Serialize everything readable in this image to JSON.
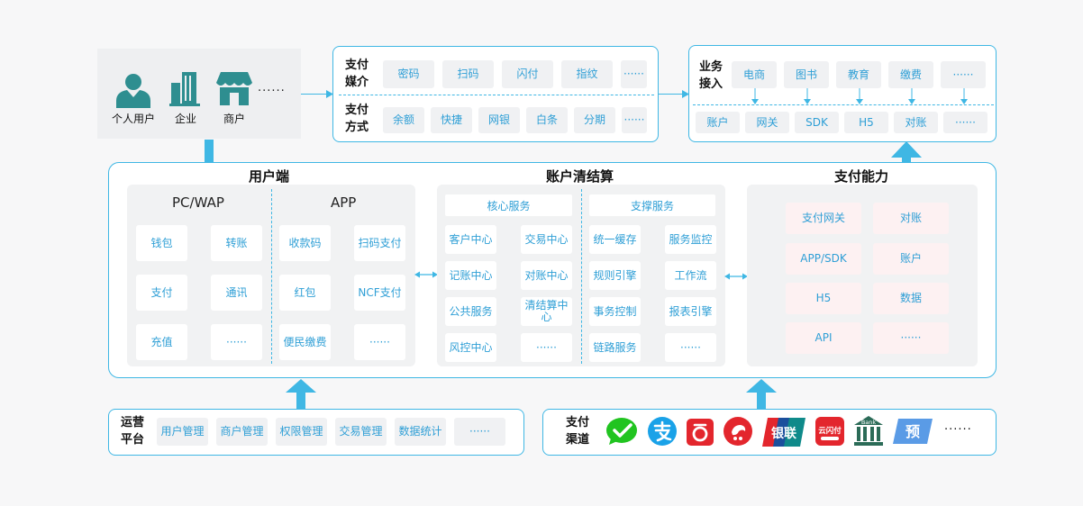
{
  "users": {
    "items": [
      "个人用户",
      "企业",
      "商户"
    ],
    "more": "······"
  },
  "media": {
    "label": "支付\n媒介",
    "items": [
      "密码",
      "扫码",
      "闪付",
      "指纹",
      "······"
    ]
  },
  "method": {
    "label": "支付\n方式",
    "items": [
      "余额",
      "快捷",
      "网银",
      "白条",
      "分期",
      "······"
    ]
  },
  "business": {
    "label": "业务\n接入",
    "top": [
      "电商",
      "图书",
      "教育",
      "缴费",
      "······"
    ],
    "bottom": [
      "账户",
      "网关",
      "SDK",
      "H5",
      "对账",
      "······"
    ]
  },
  "user_end": {
    "title": "用户端",
    "pc_title": "PC/WAP",
    "app_title": "APP",
    "pc_items": [
      "钱包",
      "转账",
      "支付",
      "通讯",
      "充值",
      "······"
    ],
    "app_items": [
      "收款码",
      "扫码支付",
      "红包",
      "NCF支付",
      "便民缴费",
      "······"
    ]
  },
  "settlement": {
    "title": "账户清结算",
    "core_title": "核心服务",
    "support_title": "支撑服务",
    "core_items": [
      "客户中心",
      "交易中心",
      "记账中心",
      "对账中心",
      "公共服务",
      "清结算中\n心",
      "风控中心",
      "······"
    ],
    "support_items": [
      "统一缓存",
      "服务监控",
      "规则引擎",
      "工作流",
      "事务控制",
      "报表引擎",
      "链路服务",
      "······"
    ]
  },
  "capability": {
    "title": "支付能力",
    "items": [
      "支付网关",
      "对账",
      "APP/SDK",
      "账户",
      "H5",
      "数据",
      "API",
      "······"
    ]
  },
  "ops": {
    "label": "运营\n平台",
    "items": [
      "用户管理",
      "商户管理",
      "权限管理",
      "交易管理",
      "数据统计",
      "······"
    ]
  },
  "channel": {
    "label": "支付\n渠道",
    "icons": [
      "wechat-pay",
      "alipay",
      "netease-pay",
      "jd-pay",
      "unionpay",
      "cloud-quickpass",
      "bank",
      "prepaid"
    ],
    "prepaid_char": "预",
    "bank_text": "Bank",
    "unionpay_text": "银联",
    "quickpass_text": "云闪付",
    "more": "······"
  },
  "colors": {
    "accent": "#3fb7e4",
    "tile_text": "#2f9fd6",
    "wechat": "#21c420",
    "alipay": "#1aa2e8",
    "red": "#e3262d",
    "bank": "#2b6b57",
    "prepaid": "#5a9be6"
  }
}
